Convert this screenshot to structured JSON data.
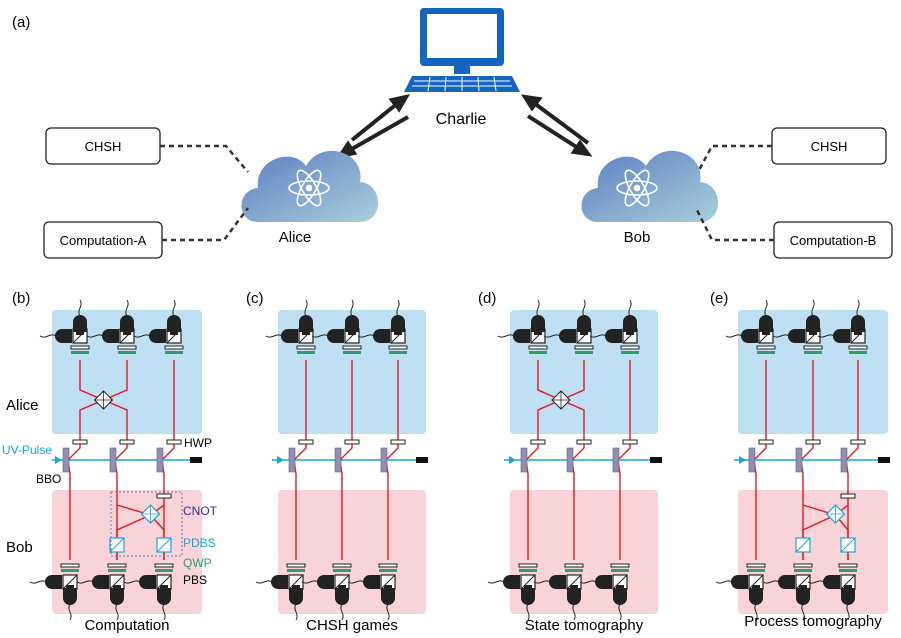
{
  "panel_labels": {
    "a": "(a)",
    "b": "(b)",
    "c": "(c)",
    "d": "(d)",
    "e": "(e)"
  },
  "network": {
    "server": "Charlie",
    "alice": "Alice",
    "bob": "Bob",
    "alice_tasks": [
      "CHSH",
      "Computation-A"
    ],
    "bob_tasks": [
      "CHSH",
      "Computation-B"
    ]
  },
  "side_labels": {
    "alice": "Alice",
    "bob": "Bob"
  },
  "component_labels": {
    "hwp": "HWP",
    "uv": "UV-Pulse",
    "bbo": "BBO",
    "cnot": "CNOT",
    "pdbs": "PDBS",
    "qwp": "QWP",
    "pbs": "PBS"
  },
  "captions": [
    "Computation",
    "CHSH games",
    "State tomography",
    "Process tomography"
  ],
  "colors": {
    "alice_region": "#bfe0f3",
    "bob_region": "#f8d3d8",
    "beam": "#e01b24",
    "pump": "#1aa6d8",
    "monitor": "#1565c0",
    "cloud_top": "#5b7ec2",
    "cloud_bottom": "#9fc3d8",
    "cnot_label": "#2e3192",
    "pdbs_label": "#1aa6d8",
    "qwp_label": "#2e9e6b"
  }
}
